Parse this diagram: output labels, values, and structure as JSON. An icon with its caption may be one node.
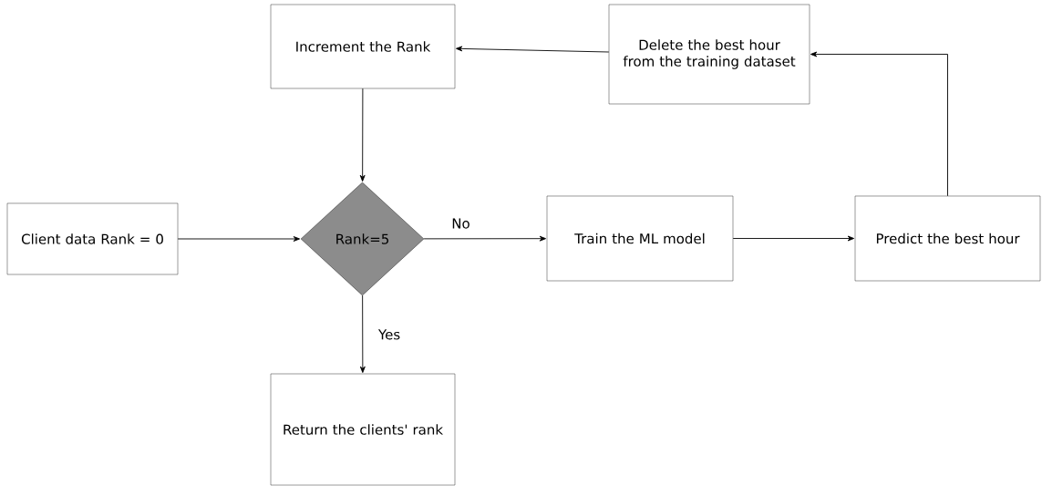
{
  "diagram": {
    "nodes": [
      {
        "text": [
          "Increment the Rank"
        ]
      },
      {
        "text": [
          "Delete the best hour from the training dataset"
        ]
      },
      {
        "text": [
          "Client data Rank = 0"
        ]
      },
      {
        "text": [
          "Rank=5"
        ]
      },
      {
        "text": [
          "Train the ML model"
        ]
      },
      {
        "text": [
          "Predict the best hour"
        ]
      },
      {
        "text": [
          "Return the clients' rank"
        ]
      }
    ],
    "edges": [
      {
        "from": 2,
        "to": 3,
        "arrow": "to"
      },
      {
        "from": 3,
        "to": 4,
        "arrow": "to",
        "label": "No"
      },
      {
        "from": 4,
        "to": 5,
        "arrow": "to"
      },
      {
        "from": 5,
        "to": 1,
        "arrow": "to"
      },
      {
        "from": 1,
        "to": 0,
        "arrow": "to"
      },
      {
        "from": 0,
        "to": 3,
        "arrow": "to"
      },
      {
        "from": 3,
        "to": 6,
        "arrow": "to",
        "label": "Yes"
      }
    ]
  }
}
